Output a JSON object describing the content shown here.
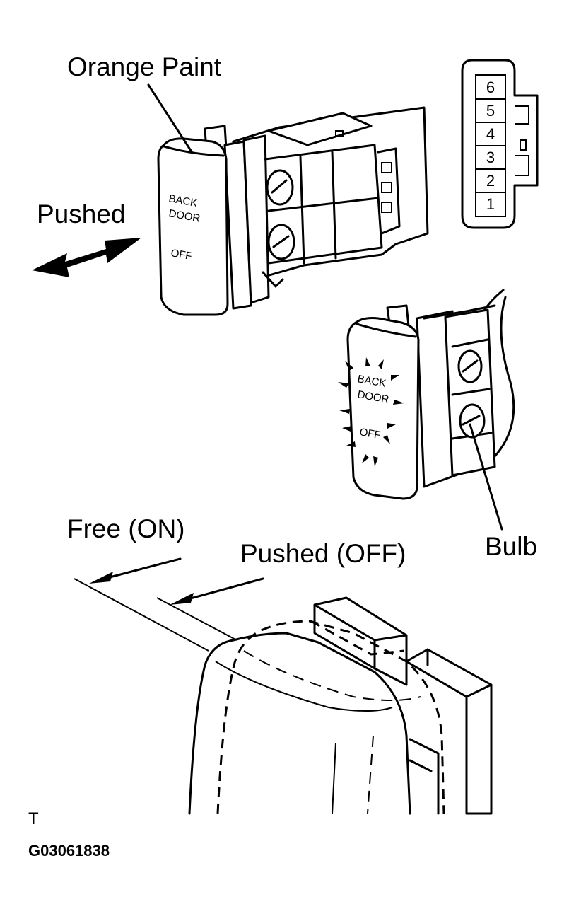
{
  "labels": {
    "orange_paint": "Orange Paint",
    "pushed": "Pushed",
    "free_on": "Free (ON)",
    "pushed_off": "Pushed (OFF)",
    "bulb": "Bulb",
    "corner_mark": "T",
    "figure_code": "G03061838"
  },
  "switch_face": {
    "line1": "BACK",
    "line2": "DOOR",
    "line3": "OFF"
  },
  "connector_pins": [
    "6",
    "5",
    "4",
    "3",
    "2",
    "1"
  ]
}
